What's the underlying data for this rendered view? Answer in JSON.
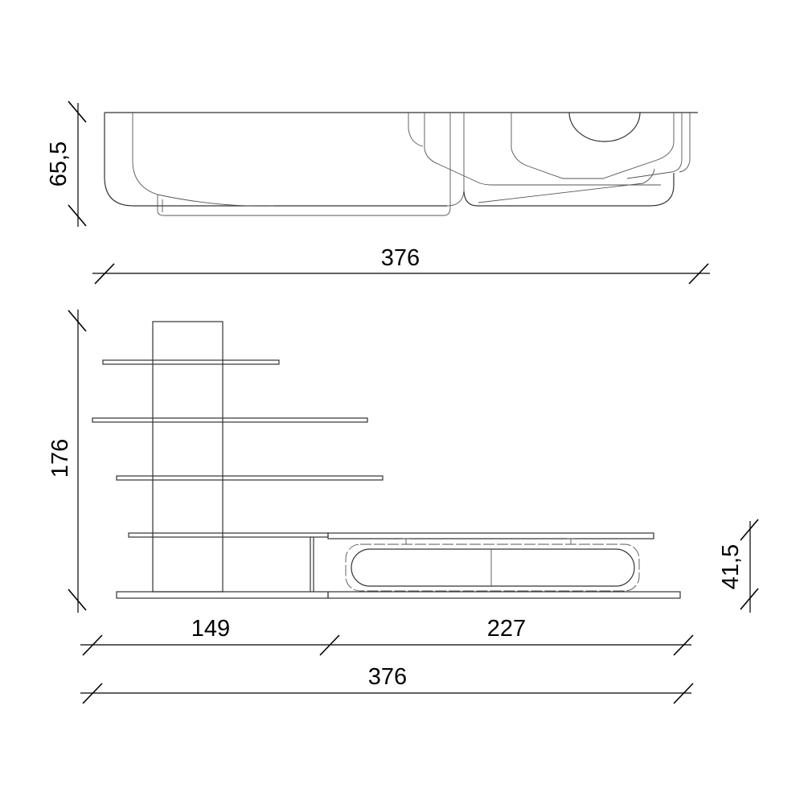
{
  "dimensions": {
    "top_depth": "65,5",
    "top_width": "376",
    "height": "176",
    "bookcase_width": "149",
    "tv_unit_width": "227",
    "total_width": "376",
    "tv_unit_height": "41,5"
  },
  "colors": {
    "line": "#333333",
    "background": "#ffffff"
  }
}
